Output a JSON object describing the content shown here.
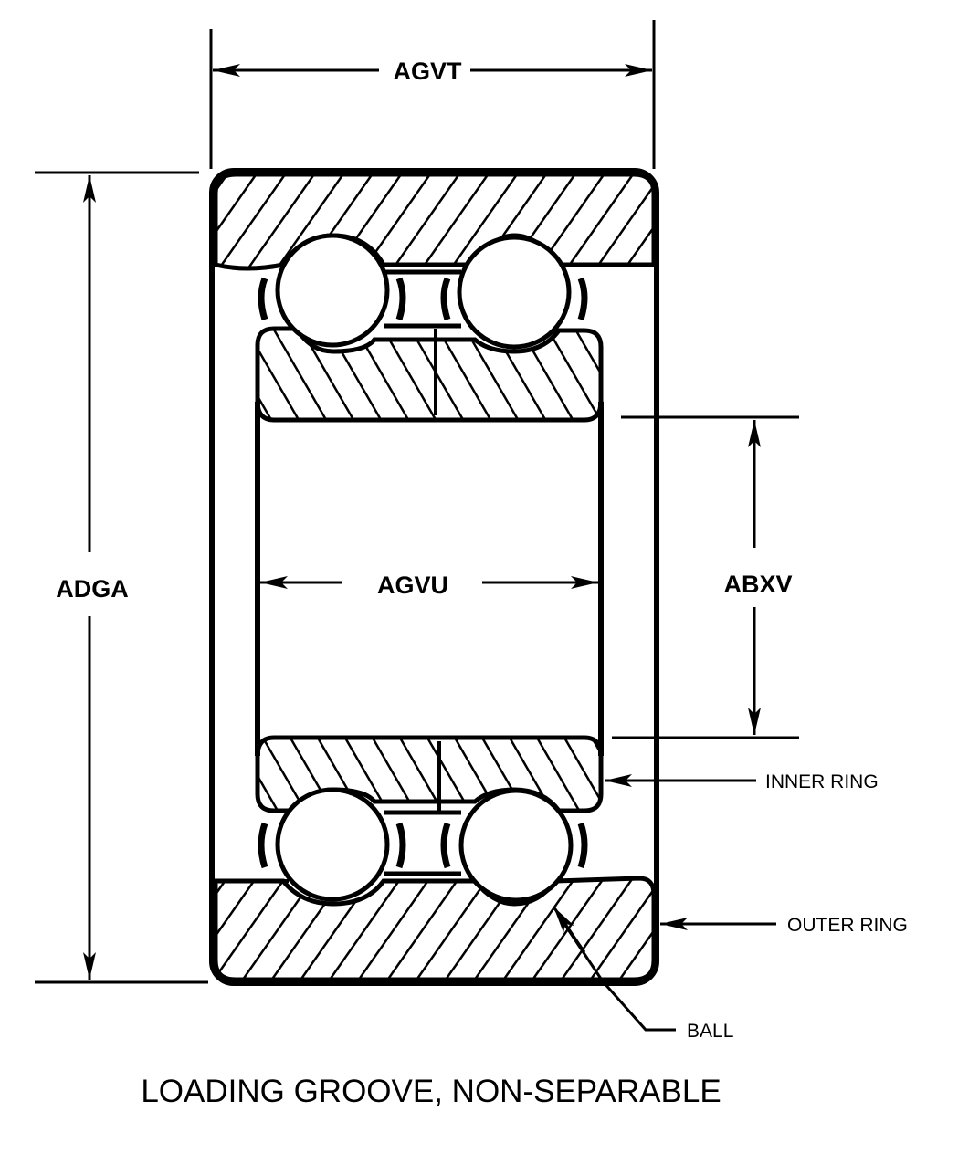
{
  "diagram": {
    "title": "LOADING GROOVE, NON-SEPARABLE",
    "dimensions": {
      "overall_width": "AGVT",
      "outside_diameter": "ADGA",
      "bore_width": "AGVU",
      "bore_diameter": "ABXV"
    },
    "callouts": {
      "inner_ring": "INNER RING",
      "outer_ring": "OUTER RING",
      "ball": "BALL"
    },
    "colors": {
      "ink": "#000000",
      "background": "#ffffff"
    }
  }
}
